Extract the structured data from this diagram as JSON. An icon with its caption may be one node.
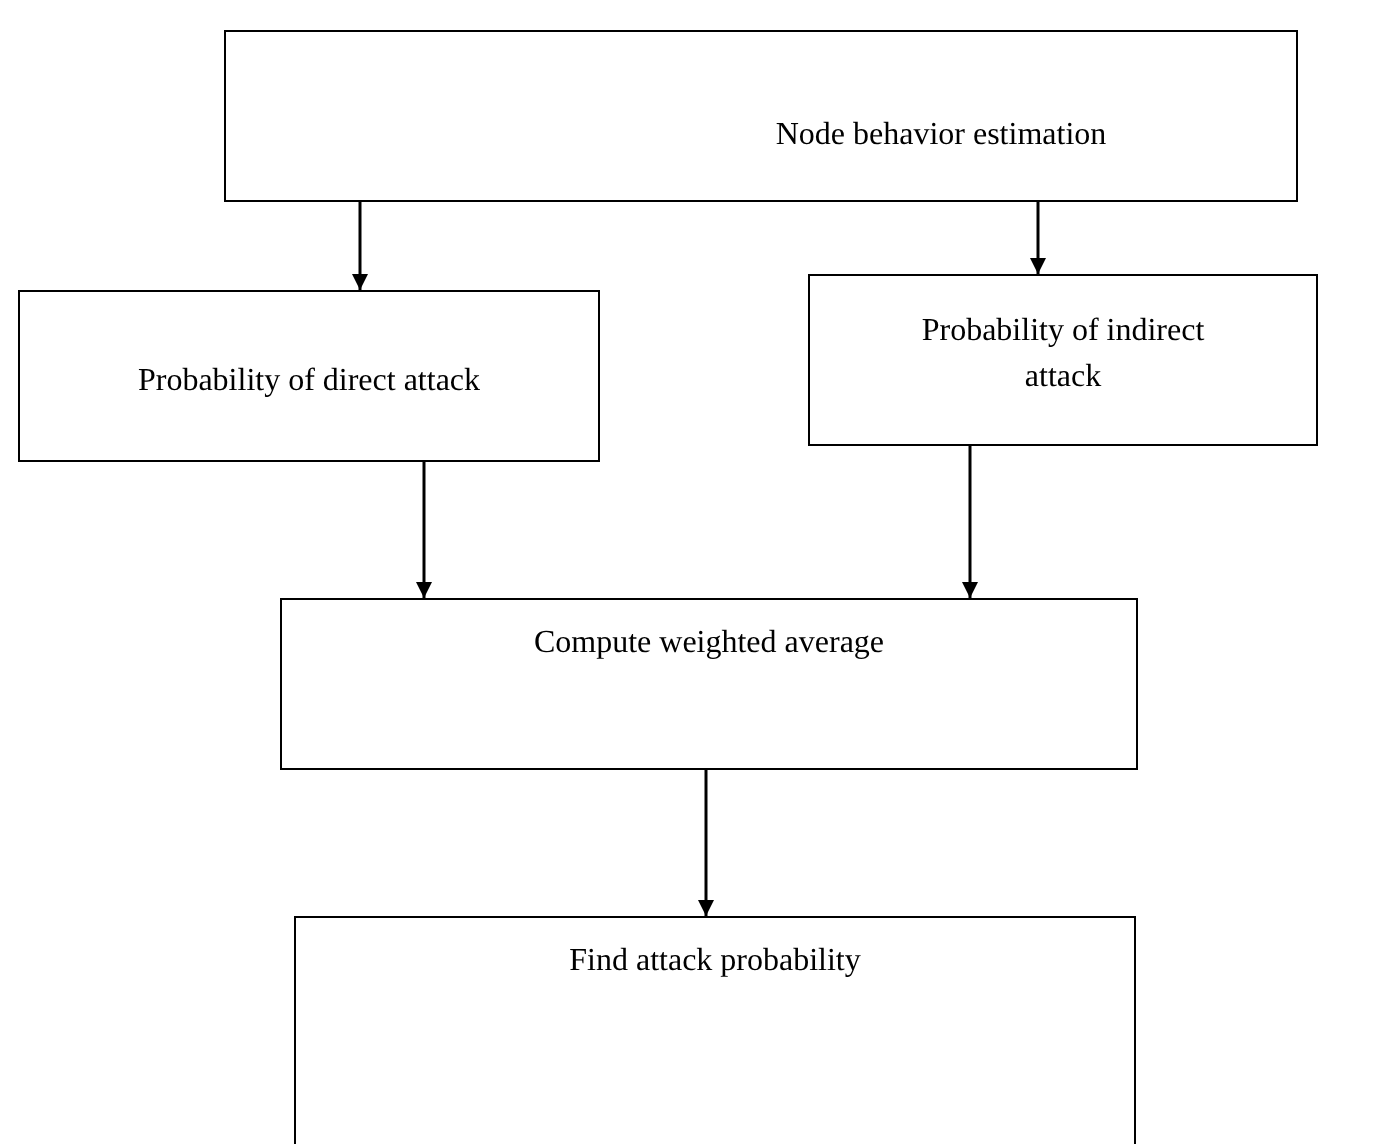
{
  "diagram": {
    "nodes": [
      {
        "text": [
          "Node behavior estimation"
        ]
      },
      {
        "text": [
          "Probability of direct attack"
        ]
      },
      {
        "text": [
          "Probability of indirect attack"
        ]
      },
      {
        "text": [
          "Compute weighted average"
        ]
      },
      {
        "text": [
          "Find attack probability"
        ]
      }
    ],
    "edges": [
      {
        "from": 0,
        "to": 1,
        "arrow": "to"
      },
      {
        "from": 0,
        "to": 2,
        "arrow": "to"
      },
      {
        "from": 1,
        "to": 3,
        "arrow": "to"
      },
      {
        "from": 2,
        "to": 3,
        "arrow": "to"
      },
      {
        "from": 3,
        "to": 4,
        "arrow": "to"
      }
    ]
  }
}
